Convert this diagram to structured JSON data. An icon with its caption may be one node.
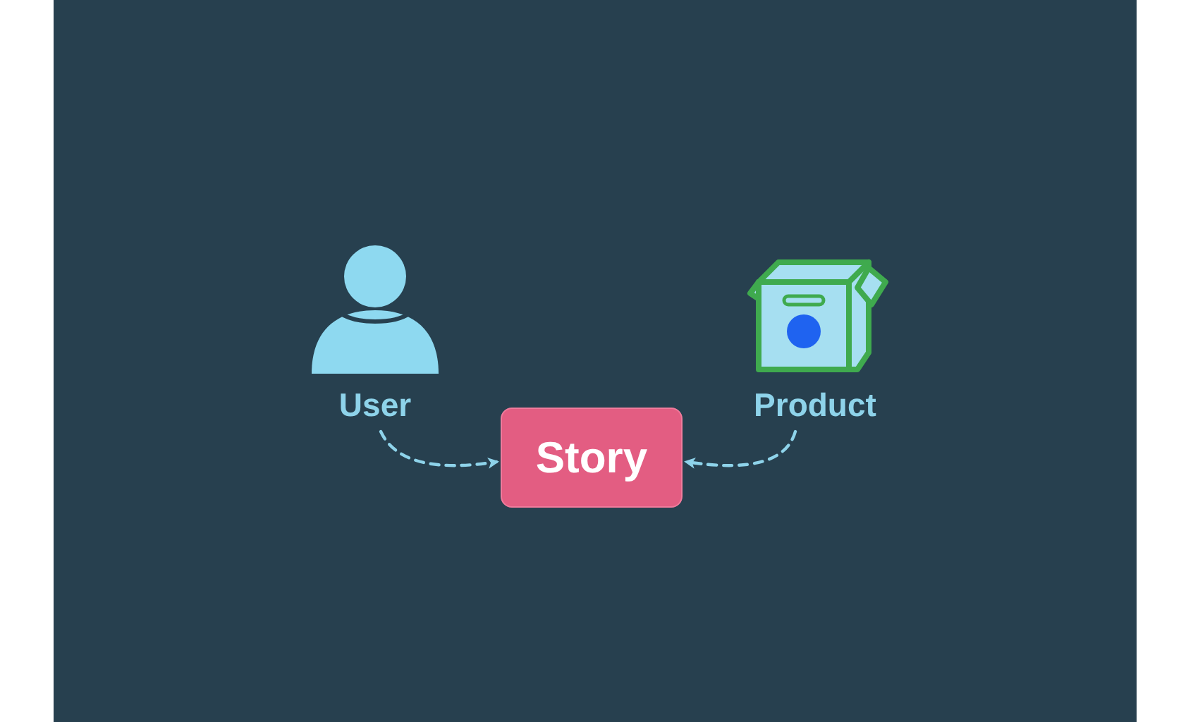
{
  "diagram": {
    "nodes": [
      {
        "text": [
          "User"
        ]
      },
      {
        "text": [
          "Product"
        ]
      },
      {
        "text": [
          "Story"
        ]
      }
    ],
    "edges": [
      {
        "from": 0,
        "to": 2,
        "arrow": "to",
        "style": "dashed"
      },
      {
        "from": 1,
        "to": 2,
        "arrow": "to",
        "style": "dashed"
      }
    ]
  }
}
